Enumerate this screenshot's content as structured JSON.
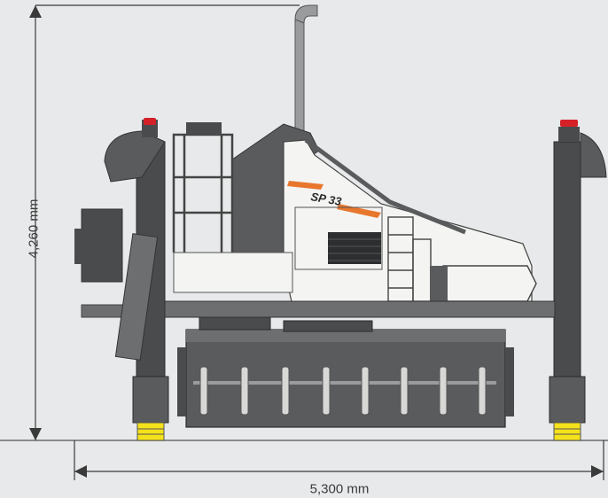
{
  "dimensions": {
    "height": "4,260 mm",
    "width": "5,300 mm"
  },
  "machine": {
    "model": "SP 33"
  },
  "colors": {
    "background": "#e8e9ea",
    "body_white": "#f4f4f2",
    "dark_gray": "#4a4b4d",
    "mid_gray": "#6d6e70",
    "light_gray": "#9a9b9d",
    "accent_orange": "#e8772e",
    "warning_red": "#d62028",
    "pad_yellow": "#f5e21a"
  }
}
